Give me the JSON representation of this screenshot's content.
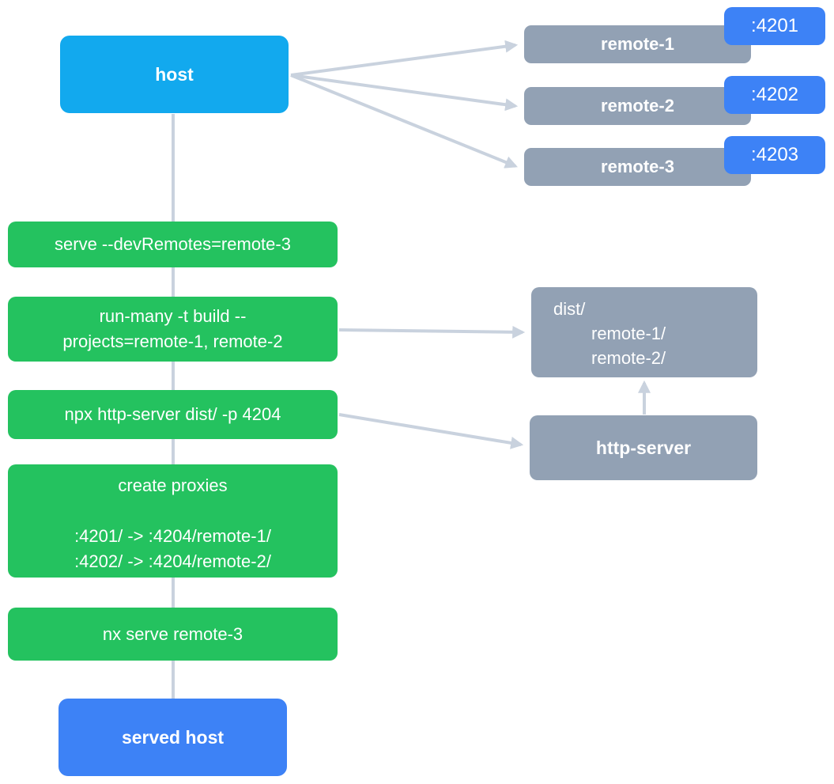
{
  "host": {
    "label": "host"
  },
  "remotes": [
    {
      "label": "remote-1",
      "port": ":4201"
    },
    {
      "label": "remote-2",
      "port": ":4202"
    },
    {
      "label": "remote-3",
      "port": ":4203"
    }
  ],
  "commands": [
    {
      "lines": [
        "serve --devRemotes=remote-3"
      ]
    },
    {
      "lines": [
        "run-many -t build --",
        "projects=remote-1, remote-2"
      ]
    },
    {
      "lines": [
        "npx http-server dist/ -p 4204"
      ]
    },
    {
      "lines": [
        "create proxies",
        "",
        ":4201/ -> :4204/remote-1/",
        ":4202/ -> :4204/remote-2/"
      ]
    },
    {
      "lines": [
        "nx serve remote-3"
      ]
    }
  ],
  "dist": {
    "lines": [
      "dist/",
      "remote-1/",
      "remote-2/"
    ]
  },
  "http_server": {
    "label": "http-server"
  },
  "served_host": {
    "label": "served host"
  },
  "colors": {
    "host_blue": "#12A9EE",
    "accent_blue": "#3D82F6",
    "node_gray": "#92A1B4",
    "command_green": "#24C25F",
    "connector_gray": "#C9D2DE"
  }
}
